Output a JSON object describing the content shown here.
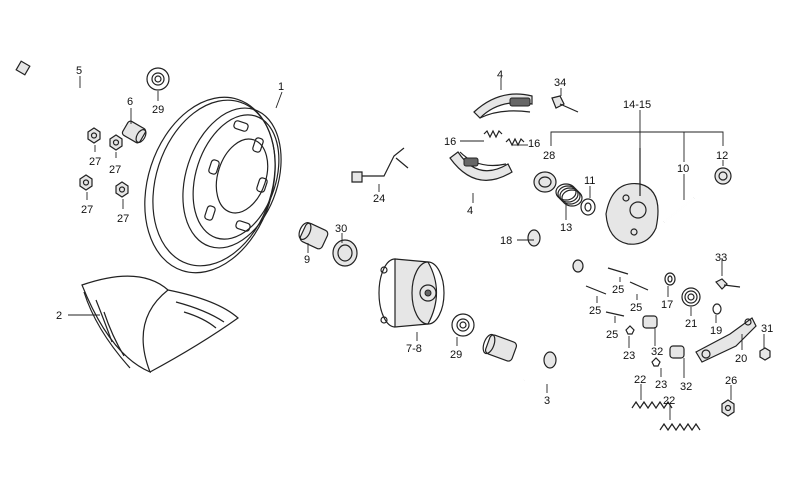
{
  "callouts": [
    {
      "label": "1"
    },
    {
      "label": "2"
    },
    {
      "label": "3"
    },
    {
      "label": "4"
    },
    {
      "label": "4"
    },
    {
      "label": "5"
    },
    {
      "label": "6"
    },
    {
      "label": "7-8"
    },
    {
      "label": "9"
    },
    {
      "label": "10"
    },
    {
      "label": "11"
    },
    {
      "label": "12"
    },
    {
      "label": "13"
    },
    {
      "label": "14-15"
    },
    {
      "label": "16"
    },
    {
      "label": "16"
    },
    {
      "label": "17"
    },
    {
      "label": "18"
    },
    {
      "label": "19"
    },
    {
      "label": "20"
    },
    {
      "label": "21"
    },
    {
      "label": "22"
    },
    {
      "label": "22"
    },
    {
      "label": "23"
    },
    {
      "label": "23"
    },
    {
      "label": "24"
    },
    {
      "label": "25"
    },
    {
      "label": "25"
    },
    {
      "label": "25"
    },
    {
      "label": "25"
    },
    {
      "label": "26"
    },
    {
      "label": "27"
    },
    {
      "label": "27"
    },
    {
      "label": "27"
    },
    {
      "label": "27"
    },
    {
      "label": "28"
    },
    {
      "label": "29"
    },
    {
      "label": "29"
    },
    {
      "label": "30"
    },
    {
      "label": "31"
    },
    {
      "label": "32"
    },
    {
      "label": "32"
    },
    {
      "label": "33"
    },
    {
      "label": "34"
    }
  ]
}
